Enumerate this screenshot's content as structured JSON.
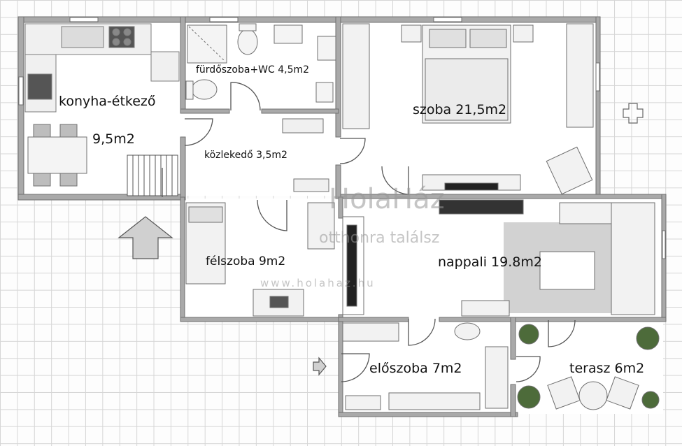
{
  "rooms": {
    "kitchen": {
      "name": "konyha-étkező",
      "area": "9,5m2"
    },
    "bathroom": {
      "label": "fürdőszoba+WC 4,5m2"
    },
    "hallway": {
      "label": "közlekedő 3,5m2"
    },
    "bedroom": {
      "label": "szoba 21,5m2"
    },
    "small_room": {
      "label": "félszoba 9m2"
    },
    "living_room": {
      "label": "nappali 19.8m2"
    },
    "entrance_hall": {
      "label": "előszoba 7m2"
    },
    "terrace": {
      "label": "terasz 6m2"
    }
  },
  "watermark": {
    "brand": "HolaHáz",
    "slogan": "otthonra találsz",
    "url": "www.holahaz.hu"
  },
  "colors": {
    "wall": "#7a7a7a",
    "wall_fill": "#a9a9a9",
    "floor": "#ffffff",
    "rug": "#d2d2d2",
    "furniture": "#f2f2f2",
    "plant": "#4d6b3a"
  }
}
